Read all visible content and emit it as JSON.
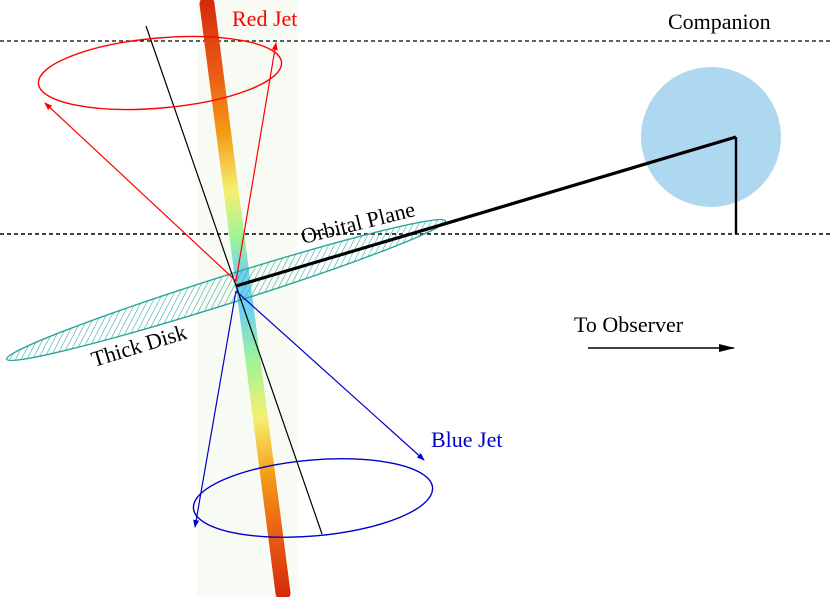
{
  "labels": {
    "red_jet": "Red Jet",
    "companion": "Companion",
    "orbital_plane": "Orbital Plane",
    "thick_disk": "Thick Disk",
    "to_observer": "To Observer",
    "blue_jet": "Blue Jet"
  },
  "colors": {
    "red_jet": "#ff0000",
    "blue_jet": "#0000cc",
    "companion_fill": "#add8f0",
    "disk": "#2aa59a",
    "text": "#000000",
    "jet_gradient": [
      "#d42a0a",
      "#f39a14",
      "#f5f072",
      "#9df29a",
      "#70d0f0",
      "#9df29a",
      "#f5f072",
      "#f39a14",
      "#d42a0a"
    ]
  },
  "icons": {
    "observer_arrow": "right-arrow-icon"
  }
}
